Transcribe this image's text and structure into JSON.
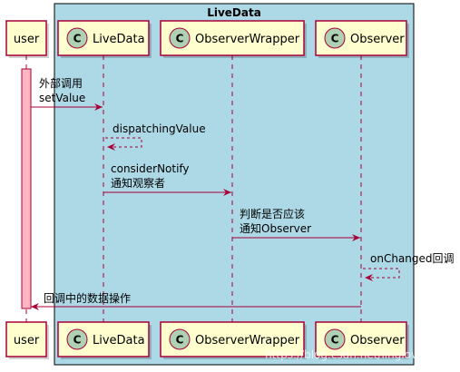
{
  "box": {
    "title": "LiveData",
    "color": "#ADD8E6"
  },
  "colors": {
    "participant_fill": "#FEFECE",
    "border": "#A80036",
    "circle_fill": "#ADD1B2",
    "activation_fill": "#FFB6C1"
  },
  "participants": [
    {
      "id": "user",
      "label": "user",
      "stereo": ""
    },
    {
      "id": "livedata",
      "label": "LiveData",
      "stereo": "C"
    },
    {
      "id": "observerwrapper",
      "label": "ObserverWrapper",
      "stereo": "C"
    },
    {
      "id": "observer",
      "label": "Observer",
      "stereo": "C"
    }
  ],
  "messages": [
    {
      "from": "user",
      "to": "livedata",
      "lines": [
        "外部调用",
        "setValue"
      ],
      "style": "solid"
    },
    {
      "from": "livedata",
      "to": "livedata",
      "lines": [
        "dispatchingValue"
      ],
      "style": "dashed"
    },
    {
      "from": "livedata",
      "to": "observerwrapper",
      "lines": [
        "considerNotify",
        "通知观察者"
      ],
      "style": "solid"
    },
    {
      "from": "observerwrapper",
      "to": "observer",
      "lines": [
        "判断是否应该",
        "通知Observer"
      ],
      "style": "solid"
    },
    {
      "from": "observer",
      "to": "observer",
      "lines": [
        "onChanged回调"
      ],
      "style": "dashed"
    },
    {
      "from": "observer",
      "to": "user",
      "lines": [
        "回调中的数据操作"
      ],
      "style": "solid"
    }
  ],
  "watermark": "https://blog.csdn.net/linglovo2011"
}
